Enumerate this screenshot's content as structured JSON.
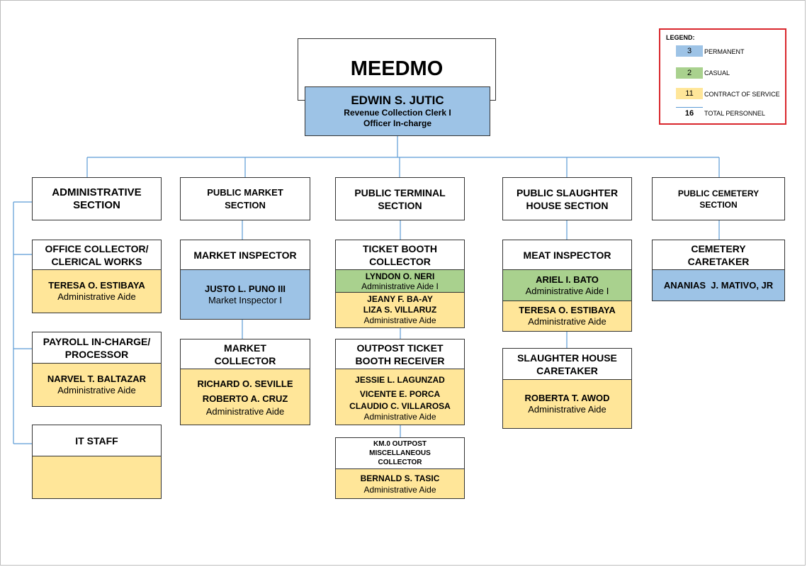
{
  "title": "MEEDMO",
  "head": {
    "name": "EDWIN S. JUTIC",
    "role1": "Revenue Collection Clerk I",
    "role2": "Officer In-charge"
  },
  "legend": {
    "title": "LEGEND:",
    "items": [
      {
        "count": "3",
        "label": "PERMANENT",
        "color": "#9dc3e6"
      },
      {
        "count": "2",
        "label": "CASUAL",
        "color": "#a9d18e"
      },
      {
        "count": "11",
        "label": "CONTRACT OF SERVICE",
        "color": "#ffe699"
      },
      {
        "count": "16",
        "label": "TOTAL PERSONNEL",
        "color": "#ffffff"
      }
    ]
  },
  "sections": {
    "admin": {
      "title1": "ADMINISTRATIVE",
      "title2": "SECTION"
    },
    "market": {
      "title1": "PUBLIC MARKET",
      "title2": "SECTION"
    },
    "terminal": {
      "title1": "PUBLIC TERMINAL",
      "title2": "SECTION"
    },
    "slaughter": {
      "title1": "PUBLIC SLAUGHTER",
      "title2": "HOUSE SECTION"
    },
    "cemetery": {
      "title1": "PUBLIC CEMETERY",
      "title2": "SECTION"
    }
  },
  "admin": {
    "office": {
      "title1": "OFFICE COLLECTOR/",
      "title2": "CLERICAL WORKS",
      "name": "TERESA O. ESTIBAYA",
      "role": "Administrative Aide"
    },
    "payroll": {
      "title1": "PAYROLL IN-CHARGE/",
      "title2": "PROCESSOR",
      "name": "NARVEL T. BALTAZAR",
      "role": "Administrative Aide"
    },
    "it": {
      "title": "IT STAFF"
    }
  },
  "market": {
    "inspector": {
      "title": "MARKET INSPECTOR",
      "name": "JUSTO L. PUNO III",
      "role": "Market Inspector I"
    },
    "collector": {
      "title1": "MARKET",
      "title2": "COLLECTOR",
      "name1": "RICHARD O. SEVILLE",
      "name2": "ROBERTO A. CRUZ",
      "role": "Administrative Aide"
    }
  },
  "terminal": {
    "ticket": {
      "title1": "TICKET BOOTH",
      "title2": "COLLECTOR",
      "green_name": "LYNDON O. NERI",
      "green_role": "Administrative Aide I",
      "name1": "JEANY F. BA-AY",
      "name2": "LIZA S. VILLARUZ",
      "role": "Administrative Aide"
    },
    "outpost": {
      "title1": "OUTPOST TICKET",
      "title2": "BOOTH RECEIVER",
      "name1": "JESSIE L. LAGUNZAD",
      "name2": "VICENTE E. PORCA",
      "name3": "CLAUDIO C. VILLAROSA",
      "role": "Administrative Aide"
    },
    "km0": {
      "title1": "KM.0 OUTPOST",
      "title2": "MISCELLANEOUS",
      "title3": "COLLECTOR",
      "name": "BERNALD S. TASIC",
      "role": "Administrative Aide"
    }
  },
  "slaughter": {
    "meat": {
      "title": "MEAT INSPECTOR",
      "green_name": "ARIEL I. BATO",
      "green_role": "Administrative Aide I",
      "name": "TERESA O. ESTIBAYA",
      "role": "Administrative Aide"
    },
    "caretaker": {
      "title1": "SLAUGHTER HOUSE",
      "title2": "CARETAKER",
      "name": "ROBERTA T. AWOD",
      "role": "Administrative Aide"
    }
  },
  "cemetery": {
    "caretaker": {
      "title1": "CEMETERY",
      "title2": "CARETAKER",
      "name": "ANANIAS  J. MATIVO, JR"
    }
  }
}
